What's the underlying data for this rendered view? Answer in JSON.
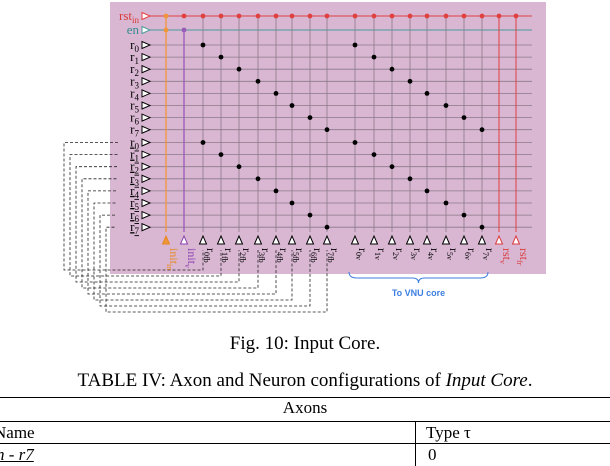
{
  "figure": {
    "top_inputs": [
      {
        "base": "rst",
        "sub": "in",
        "color": "#d93b3b"
      },
      {
        "base": "en",
        "sub": "",
        "color": "#2f8d8d"
      }
    ],
    "row_labels_top": [
      "r0",
      "r1",
      "r2",
      "r3",
      "r4",
      "r5",
      "r6",
      "r7"
    ],
    "row_labels_bottom": [
      "r0",
      "r1",
      "r2",
      "r3",
      "r4",
      "r5",
      "r6",
      "r7"
    ],
    "left_neurons": [
      {
        "label": "init",
        "sub": "in",
        "color": "#e6871f"
      },
      {
        "label": "init",
        "sub": "v",
        "color": "#8a3fb0"
      },
      {
        "label": "r",
        "sub": "0fb",
        "color": "#000000"
      },
      {
        "label": "r",
        "sub": "1fb",
        "color": "#000000"
      },
      {
        "label": "r",
        "sub": "2fb",
        "color": "#000000"
      },
      {
        "label": "r",
        "sub": "3fb",
        "color": "#000000"
      },
      {
        "label": "r",
        "sub": "4fb",
        "color": "#000000"
      },
      {
        "label": "r",
        "sub": "5fb",
        "color": "#000000"
      },
      {
        "label": "r",
        "sub": "6fb",
        "color": "#000000"
      },
      {
        "label": "r",
        "sub": "7fb",
        "color": "#000000"
      }
    ],
    "right_neurons": [
      {
        "label": "r",
        "sub": "0v",
        "color": "#000000"
      },
      {
        "label": "r",
        "sub": "1v",
        "color": "#000000"
      },
      {
        "label": "r",
        "sub": "2v",
        "color": "#000000"
      },
      {
        "label": "r",
        "sub": "3v",
        "color": "#000000"
      },
      {
        "label": "r",
        "sub": "4v",
        "color": "#000000"
      },
      {
        "label": "r",
        "sub": "5v",
        "color": "#000000"
      },
      {
        "label": "r",
        "sub": "6v",
        "color": "#000000"
      },
      {
        "label": "r",
        "sub": "7v",
        "color": "#000000"
      },
      {
        "label": "rst",
        "sub": "v",
        "color": "#d93b3b"
      },
      {
        "label": "rst",
        "sub": "fr",
        "color": "#d93b3b"
      }
    ],
    "brace_label": "To VNU core",
    "colors": {
      "core_bg": "#d9b7d3",
      "grid_line": "#8a7a88",
      "rst_line": "#e04040",
      "en_line": "#4a9a9a",
      "init_in": "#f0963a",
      "init_v": "#9a5ab8",
      "brace": "#3d7fe0"
    }
  },
  "fig_caption": "Fig. 10: Input Core.",
  "table_caption": {
    "prefix": "TABLE IV: Axon and Neuron configurations of ",
    "emph": "Input Core",
    "suffix": "."
  },
  "table": {
    "section_header": "Axons",
    "col_name": "Name",
    "col_type": "Type τ",
    "row1_name": "n - r7",
    "row1_type": "0"
  }
}
